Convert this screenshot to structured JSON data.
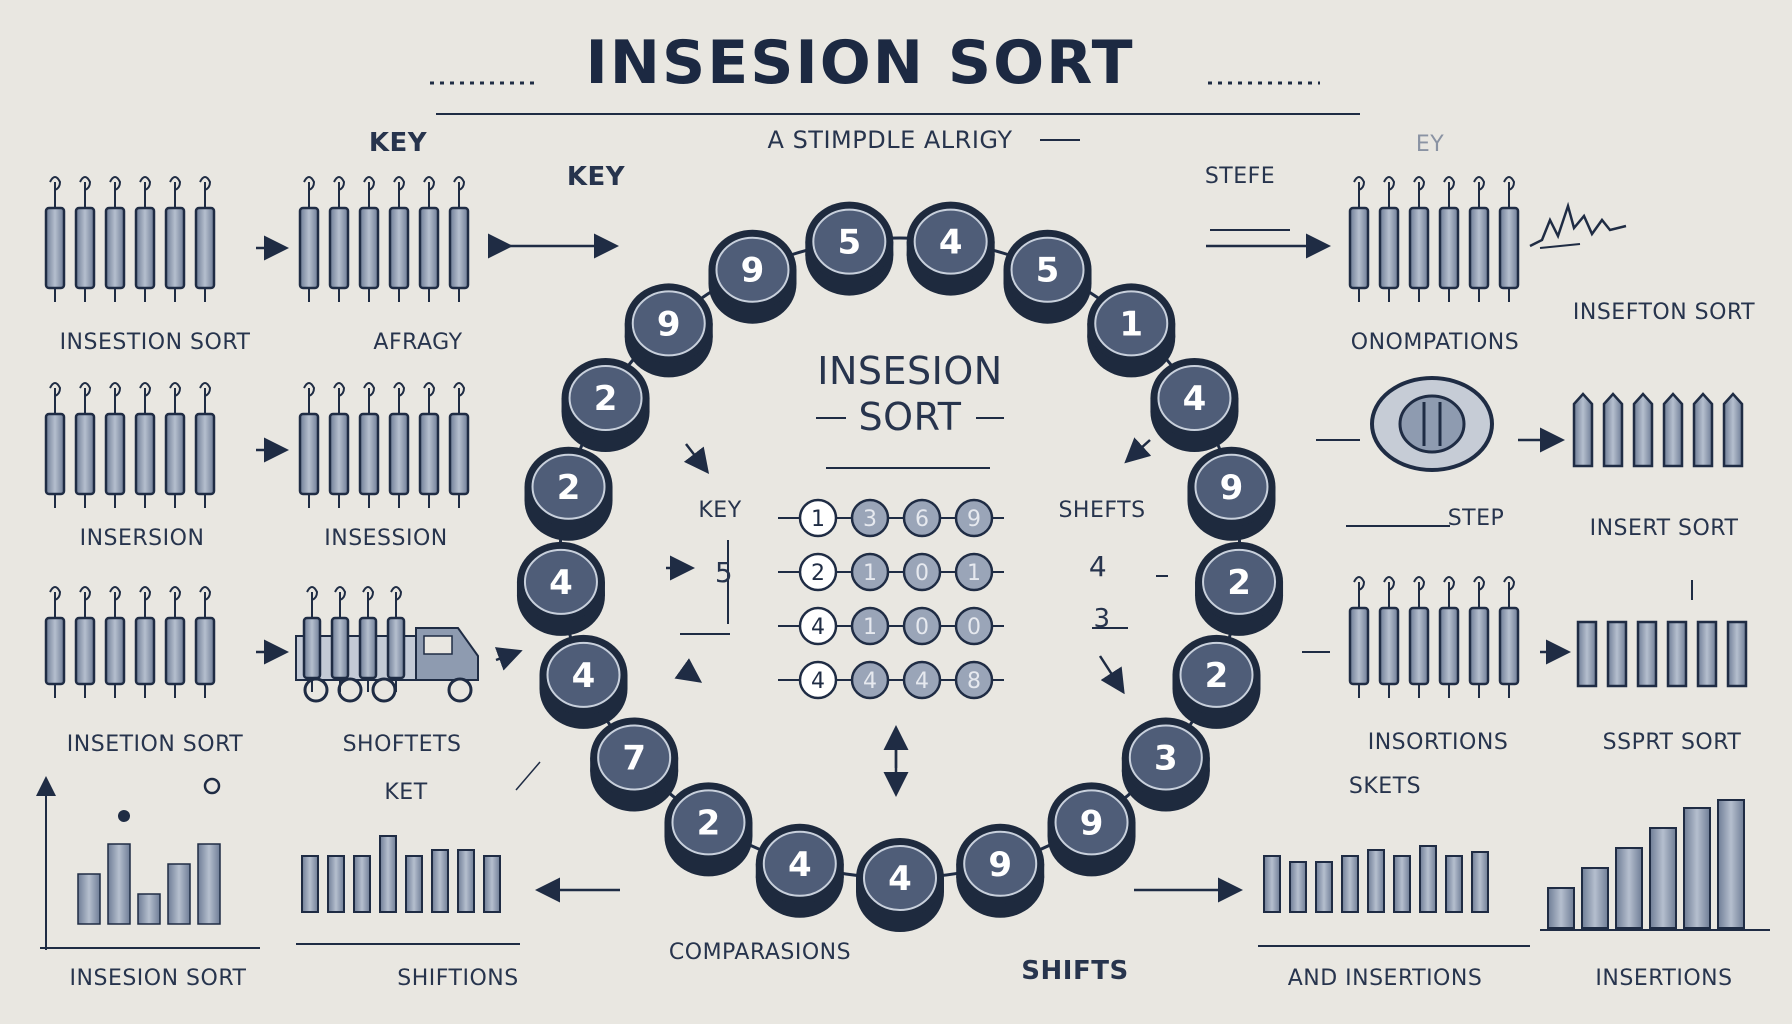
{
  "title": "INSESION SORT",
  "subtitle": "A STIMPDLE ALRIGY",
  "center_title": "INSESION SORT",
  "labels": {
    "key_top": "KEY",
    "key_left": "KEY",
    "stefe": "STEFE",
    "ey": "EY",
    "insestion_sort": "INSESTION SORT",
    "afragy": "AFRAGY",
    "onompations": "ONOMPATIONS",
    "insefton_sort": "INSEFTON SORT",
    "insersion": "INSERSION",
    "insession": "INSESSION",
    "step": "STEP",
    "insert_sort": "INSERT SORT",
    "insetion_sort": "INSETION SORT",
    "shoftets": "SHOFTETS",
    "insortions": "INSORTIONS",
    "ssprt_sort": "SSPRT SORT",
    "ket": "KET",
    "skets": "SKETS",
    "insesion_sort_bottom": "INSESION SORT",
    "shiftions": "SHIFTIONS",
    "comparasions": "COMPARASIONS",
    "shifts_bottom": "SHIFTS",
    "and_insertions": "AND INSERTIONS",
    "insertions": "INSERTIONS",
    "key_center": "KEY",
    "shefts_center": "SHEFTS",
    "num_5": "5",
    "num_4": "4",
    "num_3": "3"
  },
  "ring_values": [
    "5",
    "4",
    "5",
    "1",
    "4",
    "9",
    "2",
    "2",
    "3",
    "9",
    "9",
    "4",
    "4",
    "2",
    "7",
    "4",
    "4",
    "2",
    "2",
    "9",
    "9"
  ],
  "center_rows": [
    [
      "1",
      "3",
      "6",
      "9"
    ],
    [
      "2",
      "1",
      "0",
      "1"
    ],
    [
      "4",
      "1",
      "0",
      "0"
    ],
    [
      "4",
      "4",
      "4",
      "8"
    ]
  ],
  "colors": {
    "background": "#e9e7e1",
    "ink": "#1f2c44",
    "node_top": "#4f5d78",
    "node_side": "#1e2a3e",
    "bar_fill": "#8e9bb0"
  }
}
